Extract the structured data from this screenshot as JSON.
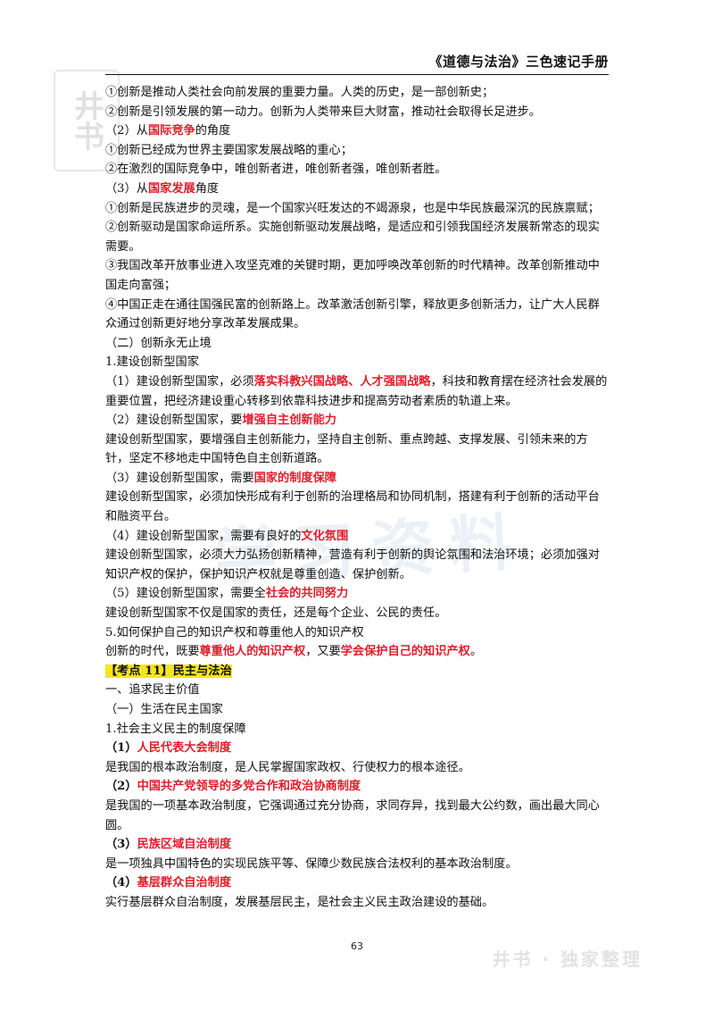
{
  "header": {
    "title": "《道德与法治》三色速记手册"
  },
  "lines": [
    {
      "segments": [
        {
          "t": "①创新是推动人类社会向前发展的重要力量。人类的历史，是一部创新史；"
        }
      ]
    },
    {
      "segments": [
        {
          "t": "②创新是引领发展的第一动力。创新为人类带来巨大财富，推动社会取得长足进步。"
        }
      ]
    },
    {
      "segments": [
        {
          "t": "（2）从"
        },
        {
          "t": "国际竞争",
          "c": "red"
        },
        {
          "t": "的角度"
        }
      ]
    },
    {
      "segments": [
        {
          "t": "①创新已经成为世界主要国家发展战略的重心；"
        }
      ]
    },
    {
      "segments": [
        {
          "t": "②在激烈的国际竞争中，唯创新者进，唯创新者强，唯创新者胜。"
        }
      ]
    },
    {
      "segments": [
        {
          "t": "（3）从"
        },
        {
          "t": "国家发展",
          "c": "red"
        },
        {
          "t": "角度"
        }
      ]
    },
    {
      "segments": [
        {
          "t": "①创新是民族进步的灵魂，是一个国家兴旺发达的不竭源泉，也是中华民族最深沉的民族禀赋；"
        }
      ]
    },
    {
      "segments": [
        {
          "t": "②创新驱动是国家命运所系。实施创新驱动发展战略，是适应和引领我国经济发展新常态的现实需要。"
        }
      ]
    },
    {
      "segments": [
        {
          "t": "③我国改革开放事业进入攻坚克难的关键时期，更加呼唤改革创新的时代精神。改革创新推动中国走向富强；"
        }
      ]
    },
    {
      "segments": [
        {
          "t": "④中国正走在通往国强民富的创新路上。改革激活创新引擎，释放更多创新活力，让广大人民群众通过创新更好地分享改革发展成果。"
        }
      ]
    },
    {
      "segments": [
        {
          "t": "（二）创新永无止境"
        }
      ]
    },
    {
      "segments": [
        {
          "t": "1.建设创新型国家"
        }
      ]
    },
    {
      "segments": [
        {
          "t": "（1）建设创新型国家，必须"
        },
        {
          "t": "落实科教兴国战略、人才强国战略",
          "c": "red"
        },
        {
          "t": "，科技和教育摆在经济社会发展的重要位置，把经济建设重心转移到依靠科技进步和提高劳动者素质的轨道上来。"
        }
      ]
    },
    {
      "segments": [
        {
          "t": "（2）建设创新型国家，要"
        },
        {
          "t": "增强自主创新能力",
          "c": "red"
        }
      ]
    },
    {
      "segments": [
        {
          "t": "建设创新型国家，要增强自主创新能力，坚持自主创新、重点跨越、支撑发展、引领未来的方针，坚定不移地走中国特色自主创新道路。"
        }
      ]
    },
    {
      "segments": [
        {
          "t": "（3）建设创新型国家，需要"
        },
        {
          "t": "国家的制度保障",
          "c": "red"
        }
      ]
    },
    {
      "segments": [
        {
          "t": "建设创新型国家，必须加快形成有利于创新的治理格局和协同机制，搭建有利于创新的活动平台和融资平台。"
        }
      ]
    },
    {
      "segments": [
        {
          "t": "（4）建设创新型国家，需要有良好的"
        },
        {
          "t": "文化氛围",
          "c": "red"
        }
      ]
    },
    {
      "segments": [
        {
          "t": "建设创新型国家，必须大力弘扬创新精神，营造有利于创新的舆论氛围和法治环境；必须加强对知识产权的保护，保护知识产权就是尊重创造、保护创新。"
        }
      ]
    },
    {
      "segments": [
        {
          "t": "（5）建设创新型国家，需要全"
        },
        {
          "t": "社会的共同努力",
          "c": "red"
        }
      ]
    },
    {
      "segments": [
        {
          "t": "建设创新型国家不仅是国家的责任，还是每个企业、公民的责任。"
        }
      ]
    },
    {
      "segments": [
        {
          "t": "5.如何保护自己的知识产权和尊重他人的知识产权"
        }
      ]
    },
    {
      "segments": [
        {
          "t": "创新的时代，既要"
        },
        {
          "t": "尊重他人的知识产权",
          "c": "red"
        },
        {
          "t": "，又要"
        },
        {
          "t": "学会保护自己的知识产权",
          "c": "red"
        },
        {
          "t": "。"
        }
      ]
    },
    {
      "segments": [
        {
          "t": "【考点 11】民主与法治",
          "c": "hl"
        }
      ]
    },
    {
      "segments": [
        {
          "t": "一、追求民主价值"
        }
      ]
    },
    {
      "segments": [
        {
          "t": "（一）生活在民主国家"
        }
      ]
    },
    {
      "segments": [
        {
          "t": "1.社会主义民主的制度保障"
        }
      ]
    },
    {
      "segments": [
        {
          "t": "（1）",
          "c": "bold"
        },
        {
          "t": "人民代表大会制度",
          "c": "red"
        }
      ]
    },
    {
      "segments": [
        {
          "t": "是我国的根本政治制度，是人民掌握国家政权、行使权力的根本途径。"
        }
      ]
    },
    {
      "segments": [
        {
          "t": "（2）",
          "c": "bold"
        },
        {
          "t": "中国共产党领导的多党合作和政治协商制度",
          "c": "red"
        }
      ]
    },
    {
      "segments": [
        {
          "t": "是我国的一项基本政治制度，它强调通过充分协商，求同存异，找到最大公约数，画出最大同心圆。"
        }
      ]
    },
    {
      "segments": [
        {
          "t": "（3）",
          "c": "bold"
        },
        {
          "t": "民族区域自治制度",
          "c": "red"
        }
      ]
    },
    {
      "segments": [
        {
          "t": "是一项独具中国特色的实现民族平等、保障少数民族合法权利的基本政治制度。"
        }
      ]
    },
    {
      "segments": [
        {
          "t": "（4）",
          "c": "bold"
        },
        {
          "t": "基层群众自治制度",
          "c": "red"
        }
      ]
    },
    {
      "segments": [
        {
          "t": "实行基层群众自治制度，发展基层民主，是社会主义民主政治建设的基础。"
        }
      ]
    }
  ],
  "footer": {
    "page_number": "63"
  },
  "watermarks": {
    "corner": "井书",
    "center": "学习资料",
    "bottom": "井书 · 独家整理"
  }
}
